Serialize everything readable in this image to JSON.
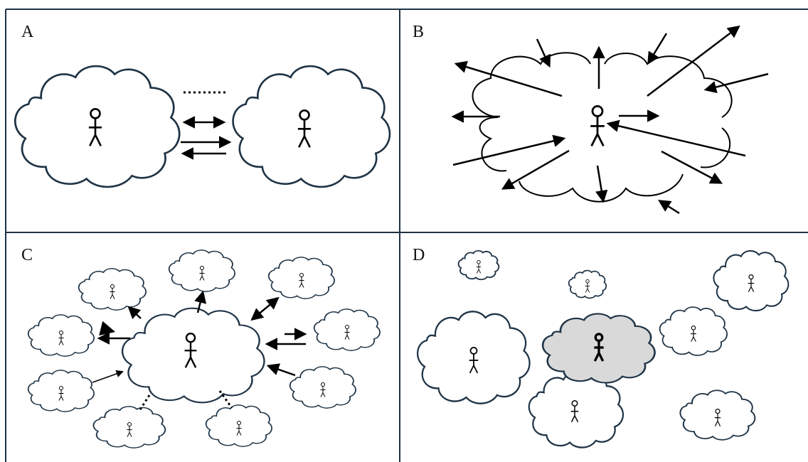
{
  "panels": [
    {
      "id": "A",
      "label": "A"
    },
    {
      "id": "B",
      "label": "B"
    },
    {
      "id": "C",
      "label": "C"
    },
    {
      "id": "D",
      "label": "D"
    }
  ],
  "colors": {
    "grid": "#1f3345",
    "cloud_outline": "#1f3345",
    "cloud_fill": "#ffffff",
    "cloud_highlight_fill": "#d9d9d9",
    "figure_stroke": "#000000",
    "arrow": "#000000"
  }
}
